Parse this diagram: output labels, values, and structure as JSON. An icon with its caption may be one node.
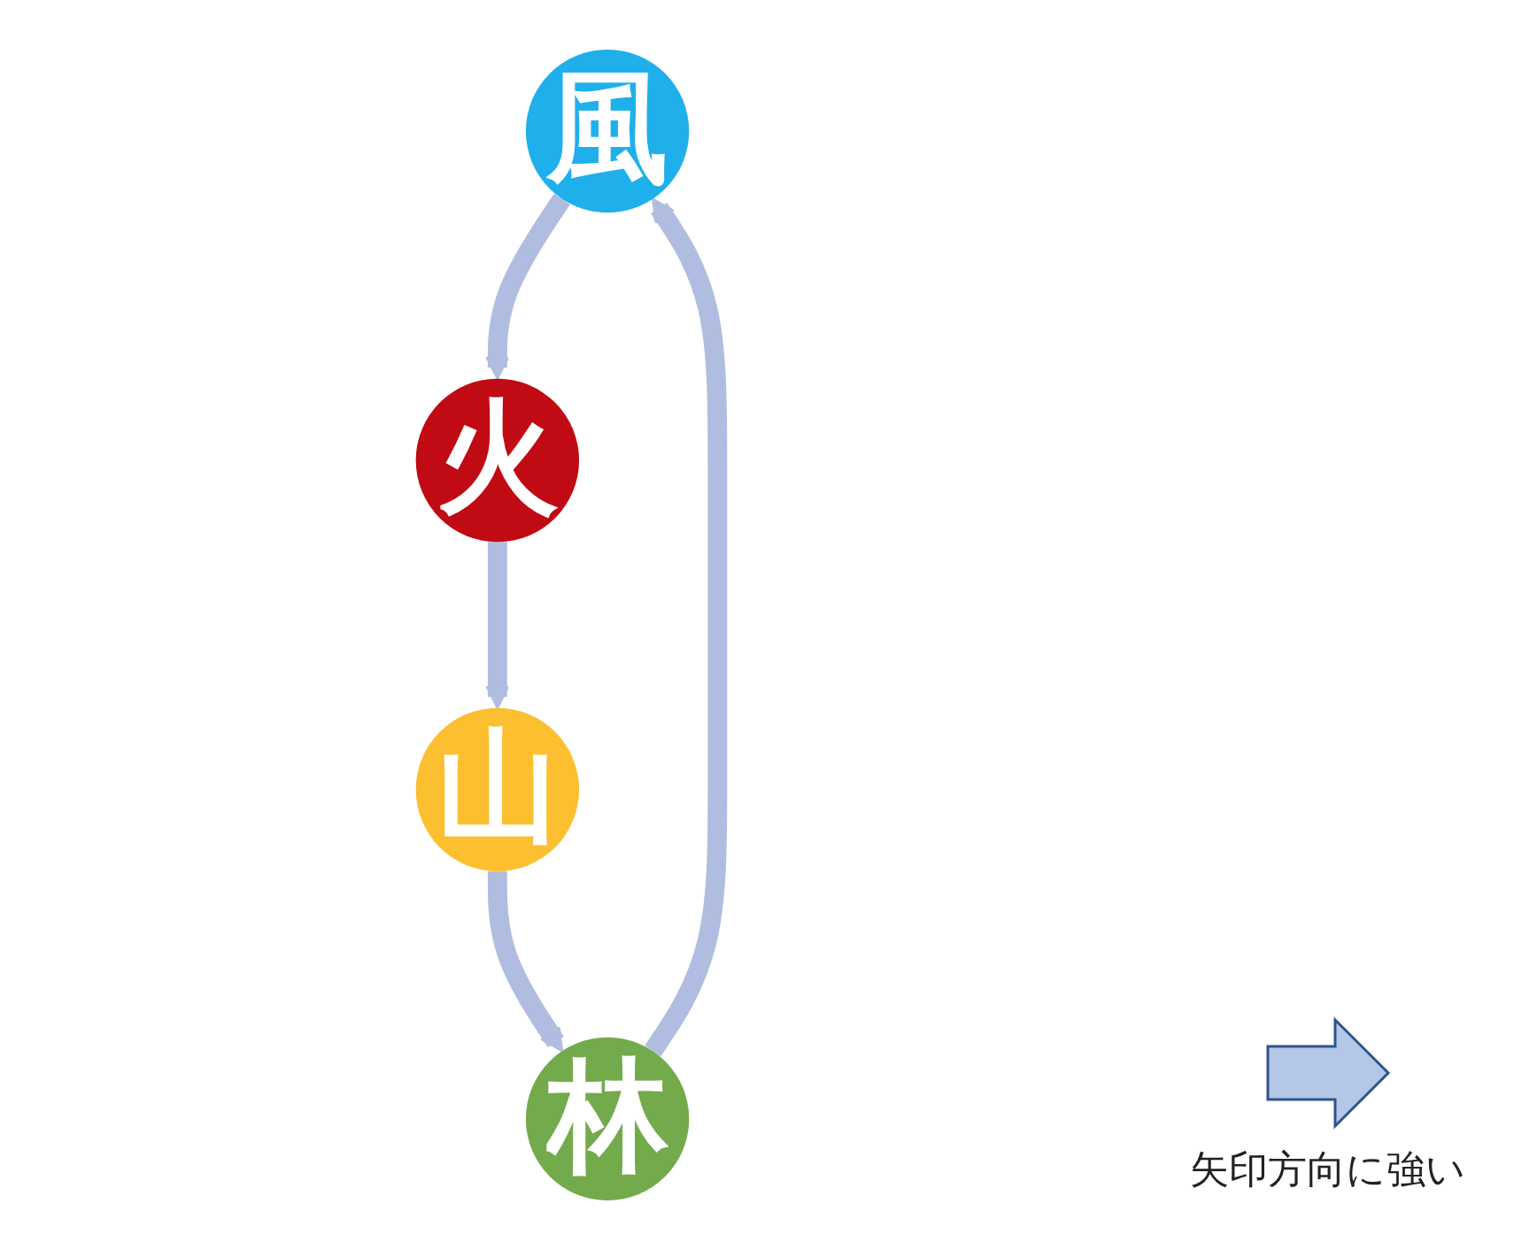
{
  "diagram": {
    "nodes": [
      {
        "text": [
          "風"
        ]
      },
      {
        "text": [
          "火"
        ]
      },
      {
        "text": [
          "山"
        ]
      },
      {
        "text": [
          "林"
        ]
      }
    ],
    "edges": [
      {
        "from": 0,
        "to": 1,
        "arrow": "to"
      },
      {
        "from": 1,
        "to": 2,
        "arrow": "to"
      },
      {
        "from": 2,
        "to": 3,
        "arrow": "to"
      },
      {
        "from": 3,
        "to": 0,
        "arrow": "to"
      }
    ],
    "legend": [
      {
        "text": "矢印方向に強い"
      }
    ]
  }
}
